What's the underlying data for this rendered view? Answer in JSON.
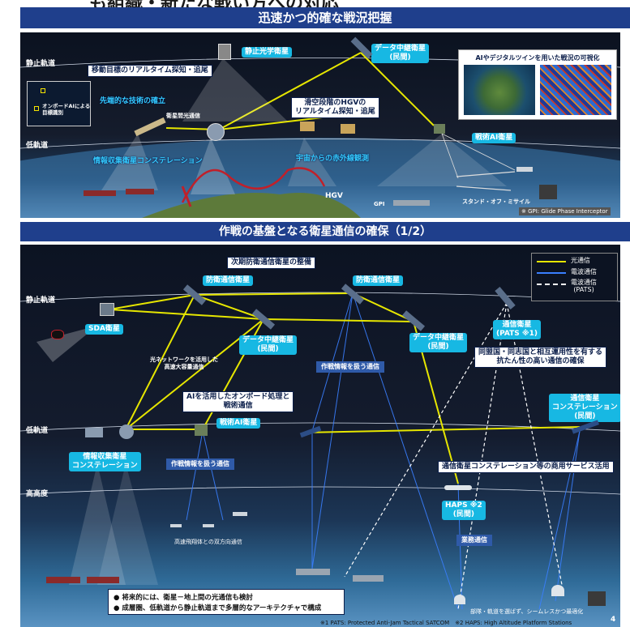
{
  "top": {
    "clipped_title": "も組織・新たな戦い方への対応",
    "banner": "迅速かつ的確な戦況把握",
    "orbits": {
      "geo": "静止軌道",
      "leo": "低軌道"
    },
    "labels": {
      "moving_target": "移動目標のリアルタイム探知・追尾",
      "geo_optical": "静止光学衛星",
      "relay": "データ中継衛星\n(民間)",
      "advanced_tech": "先端的な技術の確立",
      "onboard_ai": "オンボードAIによる\n目標識別",
      "dual_pol": "衛星間光通信",
      "hgv_track": "滑空段階のHGVの\nリアルタイム探知・追尾",
      "ai_twin": "AIやデジタルツインを用いた戦況の可視化",
      "tactical_ai": "戦術AI衛星",
      "isr_constellation": "情報収集衛星コンステレーション",
      "ir_observe": "宇宙からの赤外線観測",
      "hgv": "HGV",
      "gpi": "GPI",
      "standoff": "スタンド・オフ・ミサイル",
      "footnote": "※ GPI: Glide Phase Interceptor"
    }
  },
  "bottom": {
    "banner": "作戦の基盤となる衛星通信の確保（1/2）",
    "orbits": {
      "geo": "静止軌道",
      "leo": "低軌道",
      "hap": "高高度"
    },
    "legend": [
      {
        "label": "光通信",
        "color": "#e6e600"
      },
      {
        "label": "電波通信",
        "color": "#3a7fff"
      },
      {
        "label": "電波通信\n(PATS)",
        "color": "#ffffff"
      }
    ],
    "labels": {
      "next_gen": "次期防衛通信衛星の整備",
      "def_sat1": "防衛通信衛星",
      "def_sat2": "防衛通信衛星",
      "sda": "SDA衛星",
      "relay1": "データ中継衛星\n(民間)",
      "relay2": "データ中継衛星\n(民間)",
      "pats": "通信衛星\n(PATS ※1)",
      "allied": "同盟国・同志国と相互運用性を有する\n抗たん性の高い通信の確保",
      "optical_net": "光ネットワークを活用した\n高速大容量通信",
      "op_info1": "作戦情報を扱う通信",
      "ai_onboard": "AIを活用したオンボード処理と\n戦術通信",
      "tactical_ai": "戦術AI衛星",
      "comm_const": "通信衛星\nコンステレーション\n(民間)",
      "isr_const": "情報収集衛星\nコンステレーション",
      "op_info2": "作戦情報を扱う通信",
      "commercial": "通信衛星コンステレーション等の商用サービス活用",
      "haps": "HAPS ※2\n(民間)",
      "business": "業務通信",
      "hv_bidir": "高速飛翔体との双方向通信",
      "bullet1": "将来的には、衛星－地上間の光通信も検討",
      "bullet2": "成層圏、低軌道から静止軌道まで多層的なアーキテクチャで構成",
      "seamless": "部隊・軌道を選ばず、シームレスかつ最適化",
      "footnote": "※1 PATS: Protected Anti-Jam Tactical SATCOM　※2 HAPS: High Altitude Platform Stations",
      "page": "4"
    }
  }
}
